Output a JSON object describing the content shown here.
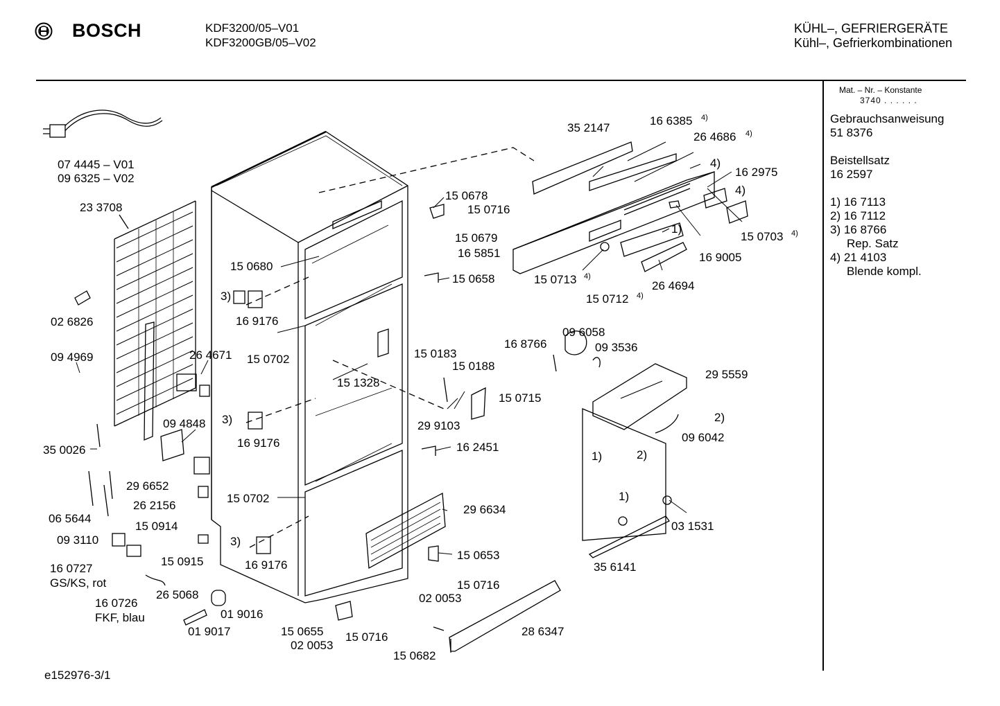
{
  "header": {
    "brand": "BOSCH",
    "models": [
      "KDF3200/05–V01",
      "KDF3200GB/05–V02"
    ],
    "category": [
      "KÜHL–, GEFRIERGERÄTE",
      "Kühl–, Gefrierkombinationen"
    ]
  },
  "sidebar": {
    "constant_label": "Mat. – Nr. – Konstante",
    "constant_value": "3740 . . . . . .",
    "entries": [
      {
        "title": "Gebrauchsanweisung",
        "value": "51 8376"
      },
      {
        "title": "Beistellsatz",
        "value": "16 2597"
      }
    ],
    "notes": [
      "1) 16 7113",
      "2) 16 7112",
      "3) 16 8766",
      "Rep. Satz",
      "4) 21 4103",
      "Blende kompl."
    ]
  },
  "parts": {
    "cable": "07 4445 – V01",
    "cable2": "09 6325 – V02",
    "p233708": "23 3708",
    "p026826": "02 6826",
    "p094969": "09 4969",
    "p264671": "26 4671",
    "p094848": "09 4848",
    "p350026": "35 0026",
    "p296652": "29 6652",
    "p262156": "26 2156",
    "p065644": "06 5644",
    "p093110": "09 3110",
    "p150914": "15 0914",
    "p150915": "15 0915",
    "p160727": "16 0727",
    "p160727b": "GS/KS, rot",
    "p160726": "16 0726",
    "p160726b": "FKF, blau",
    "p265068": "26 5068",
    "p019016": "01 9016",
    "p019017": "01 9017",
    "p150680": "15 0680",
    "p169176a": "16 9176",
    "p169176b": "16 9176",
    "p169176c": "16 9176",
    "p150702a": "15 0702",
    "p150702b": "15 0702",
    "p151328": "15 1328",
    "p150678": "15 0678",
    "p150716a": "15 0716",
    "p150679": "15 0679",
    "p165851": "16 5851",
    "p150658": "15 0658",
    "p150183": "15 0183",
    "p150188": "15 0188",
    "p150715": "15 0715",
    "p299103": "29 9103",
    "p162451": "16 2451",
    "p296634": "29 6634",
    "p150653": "15 0653",
    "p150716b": "15 0716",
    "p020053a": "02 0053",
    "p150655": "15 0655",
    "p150716c": "15 0716",
    "p020053b": "02 0053",
    "p150682": "15 0682",
    "p286347": "28 6347",
    "p352147": "35 2147",
    "p166385": "16 6385",
    "p264686": "26 4686",
    "p162975": "16 2975",
    "p150703": "15 0703",
    "p169005": "16 9005",
    "p150713": "15 0713",
    "p150712": "15 0712",
    "p264694": "26 4694",
    "p168766": "16 8766",
    "p096058": "09 6058",
    "p093536": "09 3536",
    "p295559": "29 5559",
    "p096042": "09 6042",
    "p031531": "03 1531",
    "p356141": "35 6141"
  },
  "notes_markers": {
    "n1": "1)",
    "n2": "2)",
    "n3": "3)",
    "n4": "4)"
  },
  "footer": "e152976-3/1"
}
